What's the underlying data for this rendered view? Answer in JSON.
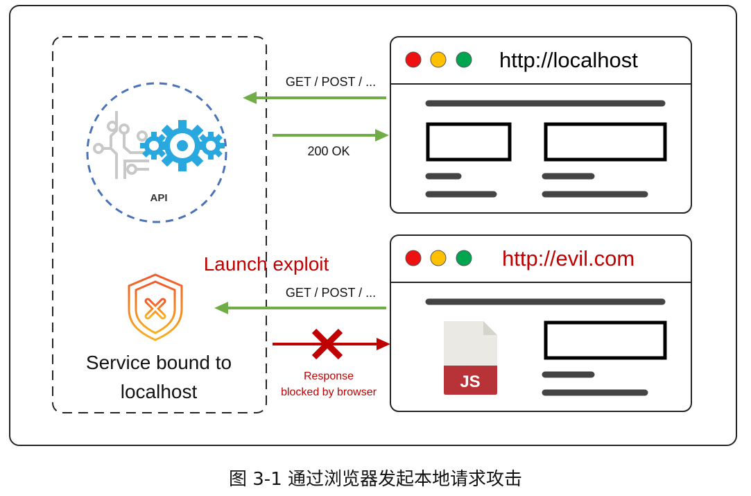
{
  "diagram": {
    "service_panel": {
      "api_label": "API",
      "service_label_line1": "Service bound to",
      "service_label_line2": "localhost"
    },
    "browsers": [
      {
        "url": "http://localhost",
        "url_color": "#000000"
      },
      {
        "url": "http://evil.com",
        "url_color": "#c00000"
      }
    ],
    "arrows": {
      "request_top": "GET / POST / ...",
      "response_top": "200 OK",
      "attack_title": "Launch exploit",
      "request_bottom": "GET / POST / ...",
      "blocked_line1": "Response",
      "blocked_line2": "blocked by browser"
    },
    "js_file_label": "JS",
    "colors": {
      "arrow_green": "#70ad47",
      "blocked_red": "#c00000",
      "gear_blue": "#29a8e0",
      "circuit_grey": "#c8c8c8",
      "dash_blue": "#4a72b8",
      "shield_orange": "#f07a20",
      "js_red": "#b73338",
      "dot_red": "#ee1111",
      "dot_yellow": "#ffc000",
      "dot_green": "#00a550"
    }
  },
  "caption": "图 3-1 通过浏览器发起本地请求攻击"
}
